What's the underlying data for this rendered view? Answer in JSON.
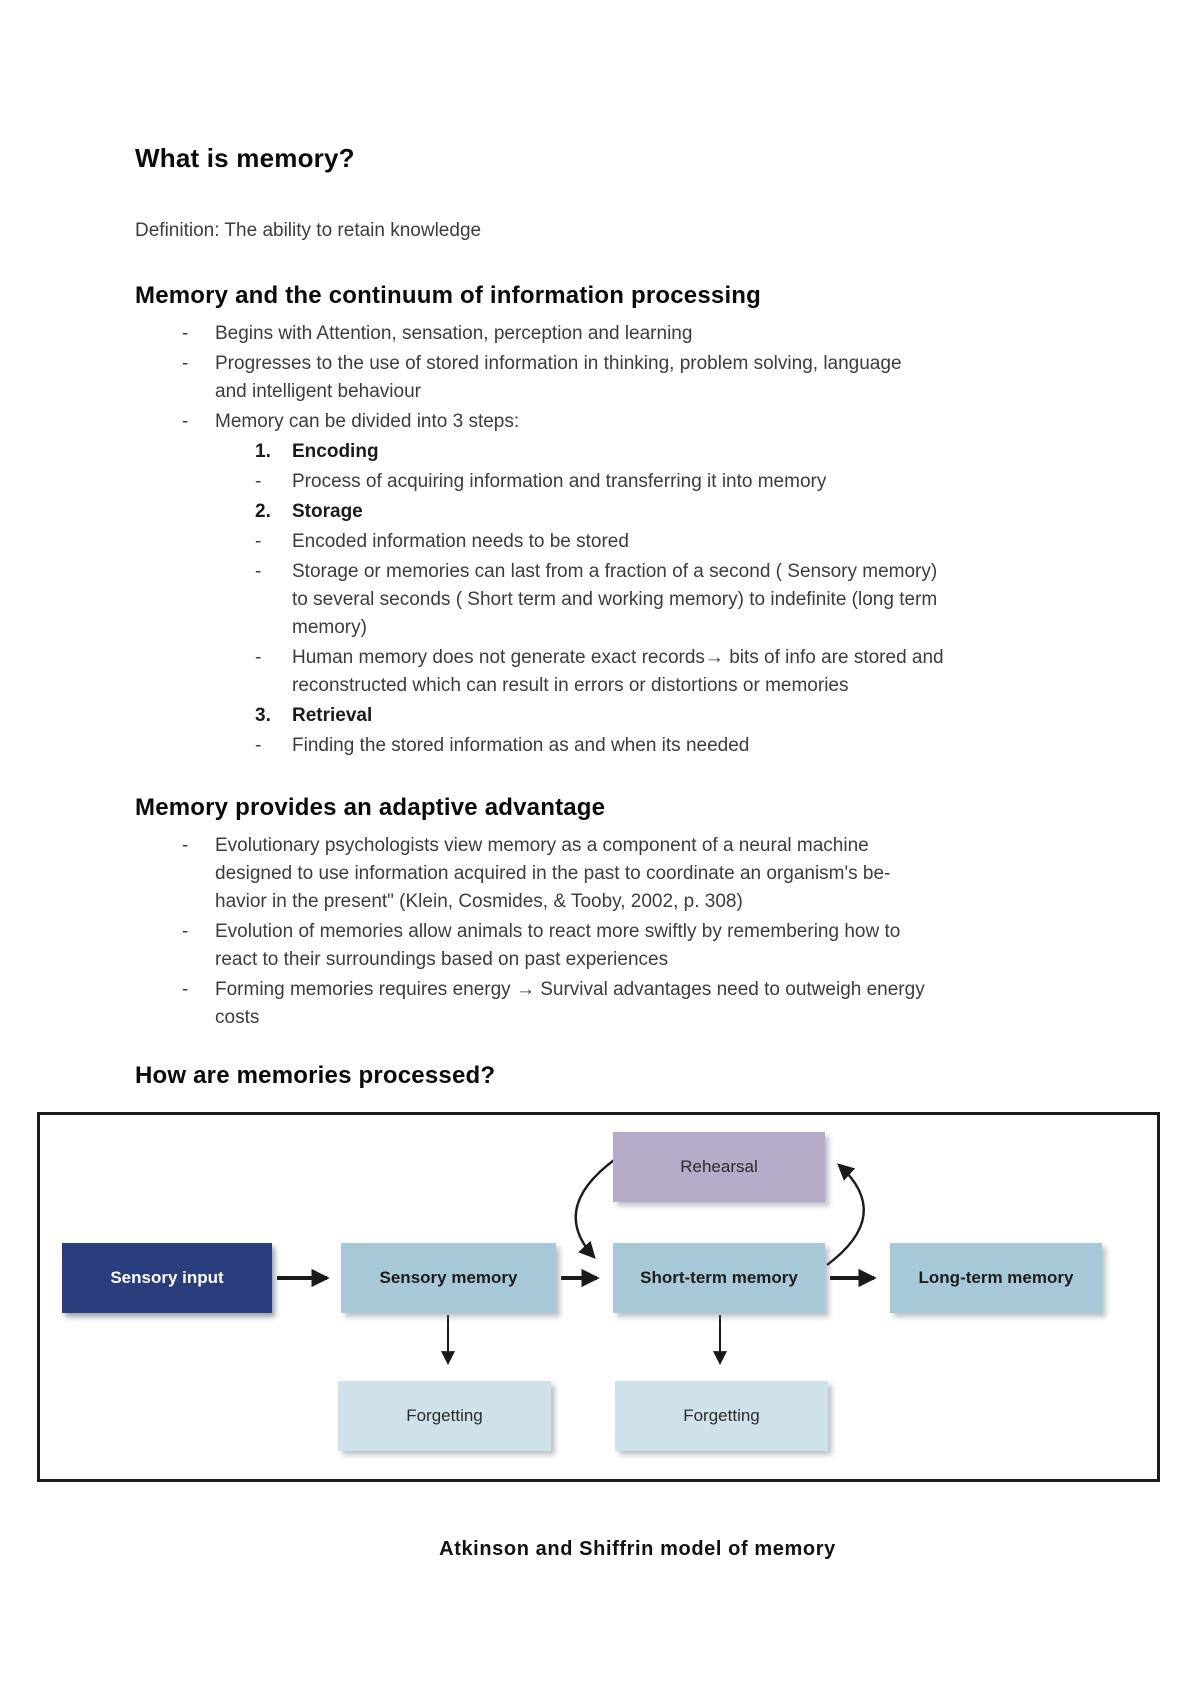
{
  "doc": {
    "title": "What is memory?",
    "definition": "Definition: The ability to retain knowledge",
    "dash": "-"
  },
  "sections": {
    "continuum": {
      "heading": "Memory and the continuum of information processing",
      "bullets": [
        {
          "lines": [
            "Begins with Attention, sensation, perception and learning"
          ]
        },
        {
          "lines": [
            "Progresses to the use of stored information in thinking, problem solving, language",
            "and intelligent behaviour"
          ]
        },
        {
          "lines": [
            "Memory can be divided into 3 steps:"
          ]
        }
      ],
      "steps": [
        {
          "num": "1.",
          "title": "Encoding",
          "subs": [
            {
              "lines": [
                "Process of acquiring information and transferring it into memory"
              ]
            }
          ]
        },
        {
          "num": "2.",
          "title": "Storage",
          "subs": [
            {
              "lines": [
                "Encoded information needs to be stored"
              ]
            },
            {
              "lines": [
                "Storage or memories can last from a fraction of a second ( Sensory memory)",
                "to several seconds ( Short term and working memory) to indefinite (long term",
                "memory)"
              ]
            },
            {
              "lines": [
                "Human memory does not generate exact records→ bits of info are stored and",
                "reconstructed which can result in errors or distortions or memories"
              ]
            }
          ]
        },
        {
          "num": "3.",
          "title": "Retrieval",
          "subs": [
            {
              "lines": [
                "Finding the stored information as and when its needed"
              ]
            }
          ]
        }
      ]
    },
    "adaptive": {
      "heading": "Memory provides an adaptive advantage",
      "bullets": [
        {
          "lines": [
            "Evolutionary psychologists view memory as a component of a neural machine",
            "designed to use information acquired in the past to coordinate an organism's be-",
            "havior in the present\" (Klein, Cosmides, & Tooby, 2002, p. 308)"
          ]
        },
        {
          "lines": [
            "Evolution of memories allow animals to react more swiftly by remembering how to",
            "react to their surroundings based on past experiences"
          ]
        },
        {
          "lines": [
            "Forming memories requires energy → Survival advantages need to outweigh energy",
            "costs"
          ]
        }
      ]
    },
    "processed": {
      "heading": "How are memories processed?"
    }
  },
  "diagram": {
    "caption": "Atkinson and Shiffrin model of memory",
    "boxes": {
      "sensory_input": "Sensory input",
      "sensory_memory": "Sensory memory",
      "short_term": "Short-term memory",
      "long_term": "Long-term memory",
      "rehearsal": "Rehearsal",
      "forgetting_left": "Forgetting",
      "forgetting_right": "Forgetting"
    },
    "colors": {
      "sensory_input_bg": "#2a3d7c",
      "memory_box_bg": "#a7c8d6",
      "forgetting_bg": "#cfe2ea",
      "rehearsal_bg": "#b5abc8",
      "arrow": "#1a1a1a",
      "frame_border": "#1b1b1b"
    }
  }
}
